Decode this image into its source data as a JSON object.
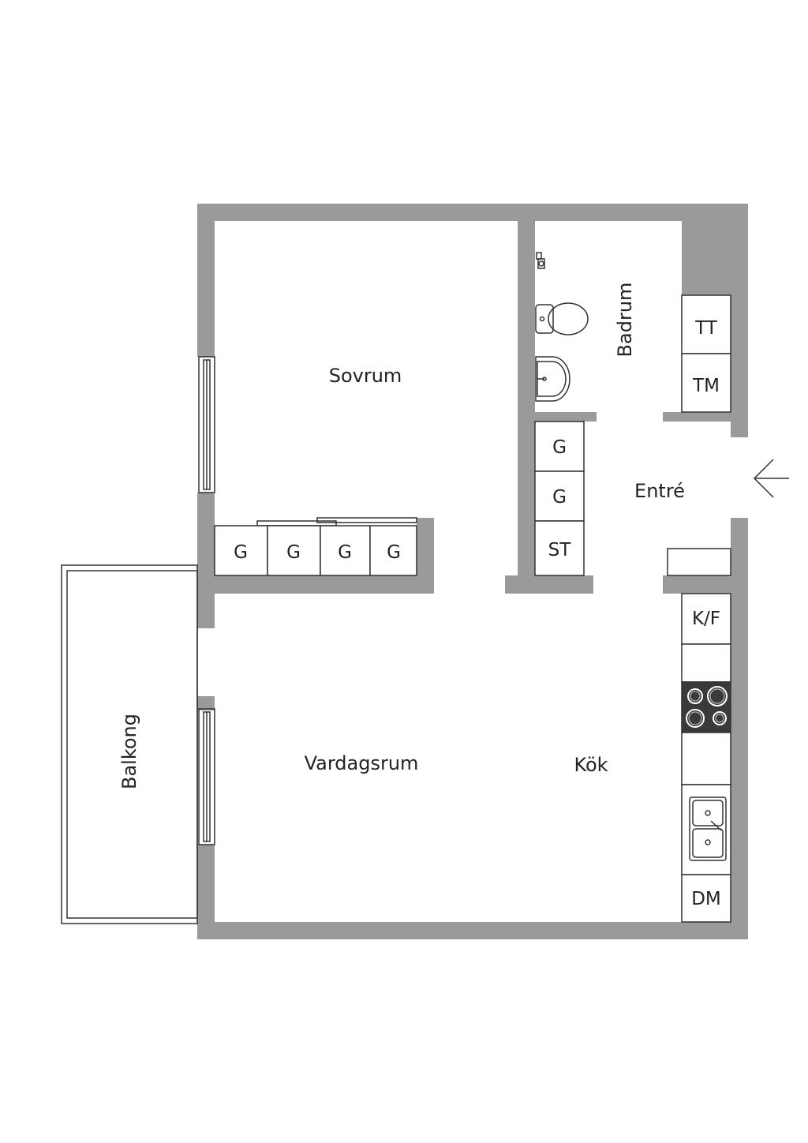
{
  "rooms": {
    "sovrum": "Sovrum",
    "badrum": "Badrum",
    "entre": "Entré",
    "vardagsrum": "Vardagsrum",
    "kok": "Kök",
    "balkong": "Balkong"
  },
  "fixtures": {
    "tt": "TT",
    "tm": "TM",
    "wardrobe_g": "G",
    "st": "ST",
    "kf": "K/F",
    "dm": "DM"
  },
  "colors": {
    "wall": "#9a9a9a",
    "line": "#333333",
    "stove": "#3a3a3a",
    "background": "#ffffff"
  }
}
